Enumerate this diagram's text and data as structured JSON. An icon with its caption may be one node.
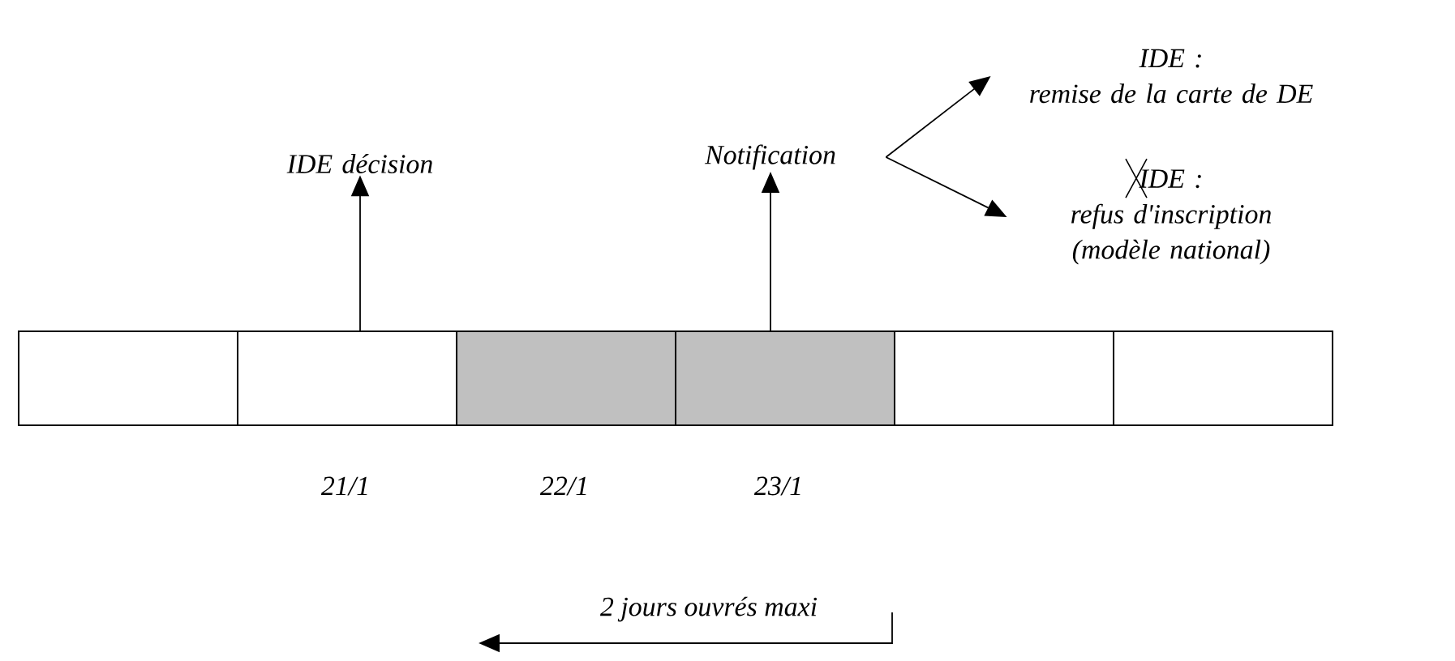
{
  "diagram": {
    "nodes": [
      {
        "text": [],
        "shape": "box"
      },
      {
        "text": [],
        "shape": "box"
      },
      {
        "text": [],
        "shape": "box"
      },
      {
        "text": [],
        "shape": "box"
      },
      {
        "text": [],
        "shape": "box"
      },
      {
        "text": [],
        "shape": "box"
      },
      {
        "text": [
          "IDE décision"
        ]
      },
      {
        "text": [
          "Notification"
        ]
      },
      {
        "text": [
          "IDE :",
          "remise de la carte de DE"
        ]
      },
      {
        "text": [
          "IDE :",
          "refus d'inscription (modèle national)"
        ]
      }
    ],
    "edges": [
      {
        "from": 1,
        "to": 6,
        "arrow": "to"
      },
      {
        "from": 3,
        "to": 7,
        "arrow": "to"
      },
      {
        "from": 7,
        "to": 8,
        "arrow": "to"
      },
      {
        "from": 7,
        "to": 9,
        "arrow": "to"
      }
    ],
    "labels": [
      "21/1",
      "22/1",
      "23/1",
      "2 jours ouvrés maxi"
    ]
  }
}
